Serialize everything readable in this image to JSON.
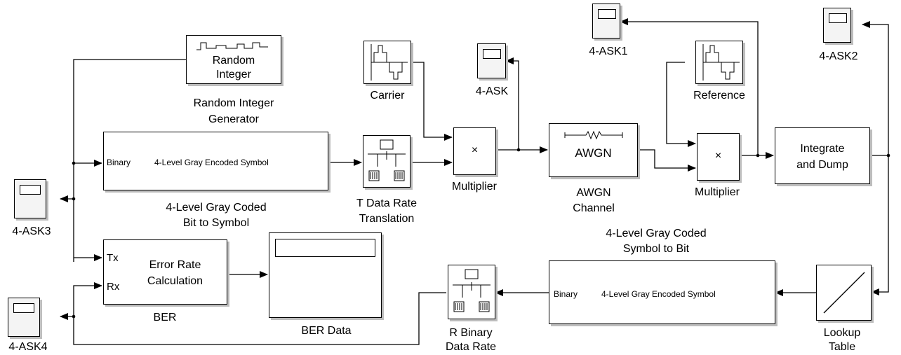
{
  "blocks": {
    "random_integer": {
      "inner": "Random\nInteger",
      "caption": "Random Integer\nGenerator"
    },
    "gray_encoder": {
      "port_in": "Binary",
      "symbol": "4-Level Gray Encoded Symbol",
      "caption": "4-Level Gray Coded\nBit to Symbol"
    },
    "t_rate": {
      "caption": "T Data Rate\nTranslation"
    },
    "carrier": {
      "caption": "Carrier"
    },
    "mult1": {
      "symbol": "×",
      "caption": "Multiplier"
    },
    "scope_4ask": {
      "caption": "4-ASK"
    },
    "awgn": {
      "inner": "AWGN",
      "caption": "AWGN\nChannel"
    },
    "scope_4ask1": {
      "caption": "4-ASK1"
    },
    "reference": {
      "caption": "Reference"
    },
    "mult2": {
      "symbol": "×",
      "caption": "Multiplier"
    },
    "integrate": {
      "inner": "Integrate\nand Dump"
    },
    "scope_4ask2": {
      "caption": "4-ASK2"
    },
    "scope_4ask3": {
      "caption": "4-ASK3"
    },
    "ber": {
      "port_tx": "Tx",
      "port_rx": "Rx",
      "inner": "Error Rate\nCalculation",
      "caption": "BER"
    },
    "ber_data": {
      "caption": "BER Data"
    },
    "scope_4ask4": {
      "caption": "4-ASK4"
    },
    "r_rate": {
      "caption": "R Binary\nData Rate"
    },
    "gray_decoder": {
      "port_in": "Binary",
      "symbol": "4-Level Gray Encoded Symbol",
      "caption_top": "4-Level Gray Coded\nSymbol to Bit"
    },
    "lookup": {
      "caption": "Lookup\nTable"
    }
  }
}
